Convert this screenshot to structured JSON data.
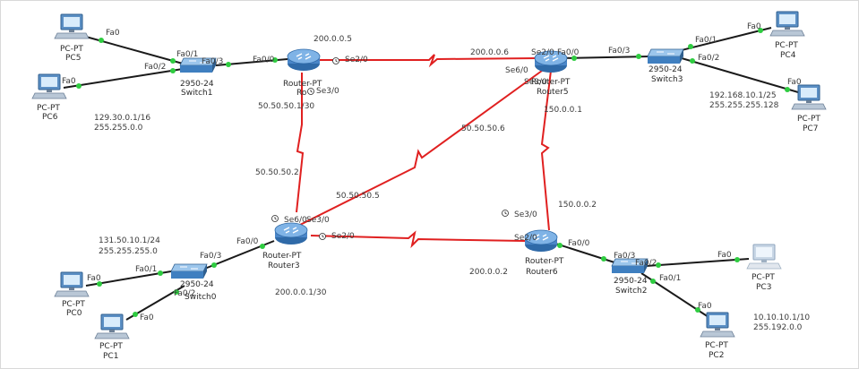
{
  "colors": {
    "ethernet": "#1a1a1a",
    "serial": "#e02020",
    "port_up": "#2ecc40",
    "router": "#4a86c8",
    "switch": "#3f7fc0",
    "pc": "#5b8fc4"
  },
  "devices": {
    "router4": {
      "type": "Router-PT",
      "name": "Ro",
      "icon": "router-icon"
    },
    "router5": {
      "type": "Router-PT",
      "name": "Router5",
      "icon": "router-icon"
    },
    "router3": {
      "type": "Router-PT",
      "name": "Router3",
      "icon": "router-icon"
    },
    "router6": {
      "type": "Router-PT",
      "name": "Router6",
      "icon": "router-icon"
    },
    "switch1": {
      "type": "2950-24",
      "name": "Switch1",
      "icon": "switch-icon"
    },
    "switch3": {
      "type": "2950-24",
      "name": "Switch3",
      "icon": "switch-icon"
    },
    "switch0": {
      "type": "2950-24",
      "name": "Switch0",
      "icon": "switch-icon"
    },
    "switch2": {
      "type": "2950-24",
      "name": "Switch2",
      "icon": "switch-icon"
    },
    "pc5": {
      "type": "PC-PT",
      "name": "PC5",
      "icon": "pc-icon"
    },
    "pc6": {
      "type": "PC-PT",
      "name": "PC6",
      "icon": "pc-icon"
    },
    "pc4": {
      "type": "PC-PT",
      "name": "PC4",
      "icon": "pc-icon"
    },
    "pc7": {
      "type": "PC-PT",
      "name": "PC7",
      "icon": "pc-icon"
    },
    "pc0": {
      "type": "PC-PT",
      "name": "PC0",
      "icon": "pc-icon"
    },
    "pc1": {
      "type": "PC-PT",
      "name": "PC1",
      "icon": "pc-icon"
    },
    "pc3": {
      "type": "PC-PT",
      "name": "PC3",
      "icon": "pc-icon"
    },
    "pc2": {
      "type": "PC-PT",
      "name": "PC2",
      "icon": "pc-icon"
    }
  },
  "ports": {
    "pc5_fa0": "Fa0",
    "pc6_fa0": "Fa0",
    "sw1_fa01": "Fa0/1",
    "sw1_fa02": "Fa0/2",
    "sw1_fa03": "Fa0/3",
    "r4_fa00": "Fa0/0",
    "r4_se20": "Se2/0",
    "r4_se30": "Se3/0",
    "r5_se20": "Se2/0",
    "r5_fa00": "Fa0/0",
    "r5_se60": "Se6/0",
    "r5_se30": "Se3/0",
    "sw3_fa03": "Fa0/3",
    "sw3_fa01": "Fa0/1",
    "sw3_fa02": "Fa0/2",
    "pc4_fa0": "Fa0",
    "pc7_fa0": "Fa0",
    "r3_se60": "Se6/0",
    "r3_se30": "Se3/0",
    "r3_se20": "Se2/0",
    "r3_fa00": "Fa0/0",
    "sw0_fa03": "Fa0/3",
    "sw0_fa01": "Fa0/1",
    "sw0_fa02": "Fa0/2",
    "pc0_fa0": "Fa0",
    "pc1_fa0": "Fa0",
    "r6_se30": "Se3/0",
    "r6_se20": "Se2/0",
    "r6_fa00": "Fa0/0",
    "sw2_fa03": "Fa0/3",
    "sw2_fa02": "Fa0/2",
    "sw2_fa01": "Fa0/1",
    "pc3_fa0": "Fa0",
    "pc2_fa0": "Fa0"
  },
  "addresses": {
    "r4_se20_ip": "200.0.0.5",
    "r5_se20_ip": "200.0.0.6",
    "r4_se30_ip": "50.50.50.1/30",
    "r3_se30_ip": "50.50.50.2",
    "r5_se60_ip": "50.50.50.6",
    "r3_se60_ip": "50.50.50.5",
    "r5_se30_ip": "150.0.0.1",
    "r6_se30_ip": "150.0.0.2",
    "r3_se20_ip": "200.0.0.1/30",
    "r6_se20_ip": "200.0.0.2",
    "lan1_ip": "129.30.0.1/16",
    "lan1_mask": "255.255.0.0",
    "lan3_ip": "192.168.10.1/25",
    "lan3_mask": "255.255.255.128",
    "lan0_ip": "131.50.10.1/24",
    "lan0_mask": "255.255.255.0",
    "lan2_ip": "10.10.10.1/10",
    "lan2_mask": "255.192.0.0"
  }
}
